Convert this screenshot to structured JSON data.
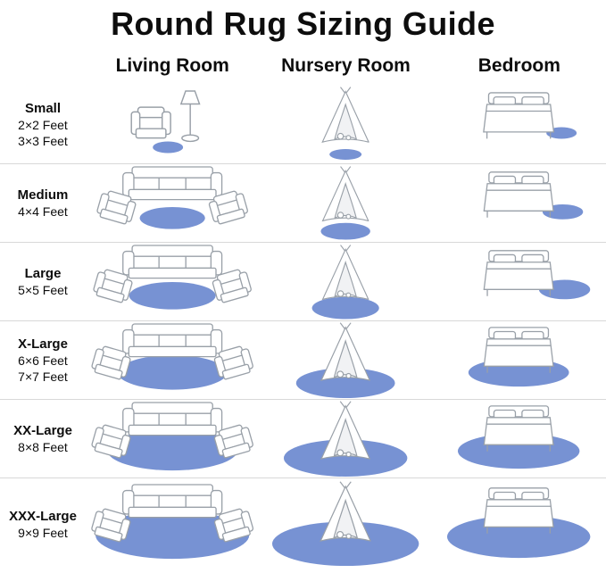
{
  "title": "Round Rug Sizing Guide",
  "rug_color": "#7792d3",
  "columns": [
    "Living Room",
    "Nursery Room",
    "Bedroom"
  ],
  "rows": [
    {
      "size": "Small",
      "dims": [
        "2×2 Feet",
        "3×3 Feet"
      ]
    },
    {
      "size": "Medium",
      "dims": [
        "4×4 Feet"
      ]
    },
    {
      "size": "Large",
      "dims": [
        "5×5 Feet"
      ]
    },
    {
      "size": "X-Large",
      "dims": [
        "6×6 Feet",
        "7×7 Feet"
      ]
    },
    {
      "size": "XX-Large",
      "dims": [
        "8×8 Feet"
      ]
    },
    {
      "size": "XXX-Large",
      "dims": [
        "9×9 Feet"
      ]
    }
  ],
  "icons": {
    "living_room": "sofa, armchairs, floor lamp",
    "nursery_room": "play tent with toys",
    "bedroom": "bed with pillows"
  }
}
